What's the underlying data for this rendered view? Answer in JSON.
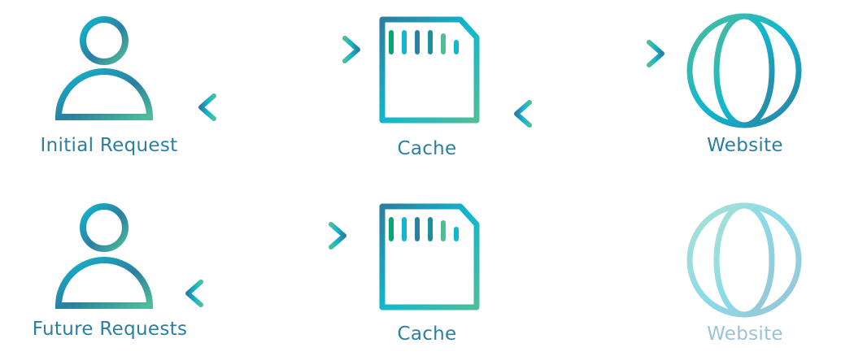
{
  "colors": {
    "dark": "#2b7fa0",
    "cyan": "#11b7cf",
    "green": "#4fbd98",
    "teal": "#1b8d9c",
    "faded_label": "#9bc3d4"
  },
  "rows": [
    {
      "requester_label": "Initial Request",
      "requester_icon": "user-icon",
      "cache_label": "Cache",
      "cache_icon": "sd-card-icon",
      "website_label": "Website",
      "website_icon": "globe-icon",
      "website_faded": false
    },
    {
      "requester_label": "Future Requests",
      "requester_icon": "user-icon",
      "cache_label": "Cache",
      "cache_icon": "sd-card-icon",
      "website_label": "Website",
      "website_icon": "globe-icon",
      "website_faded": true
    }
  ]
}
